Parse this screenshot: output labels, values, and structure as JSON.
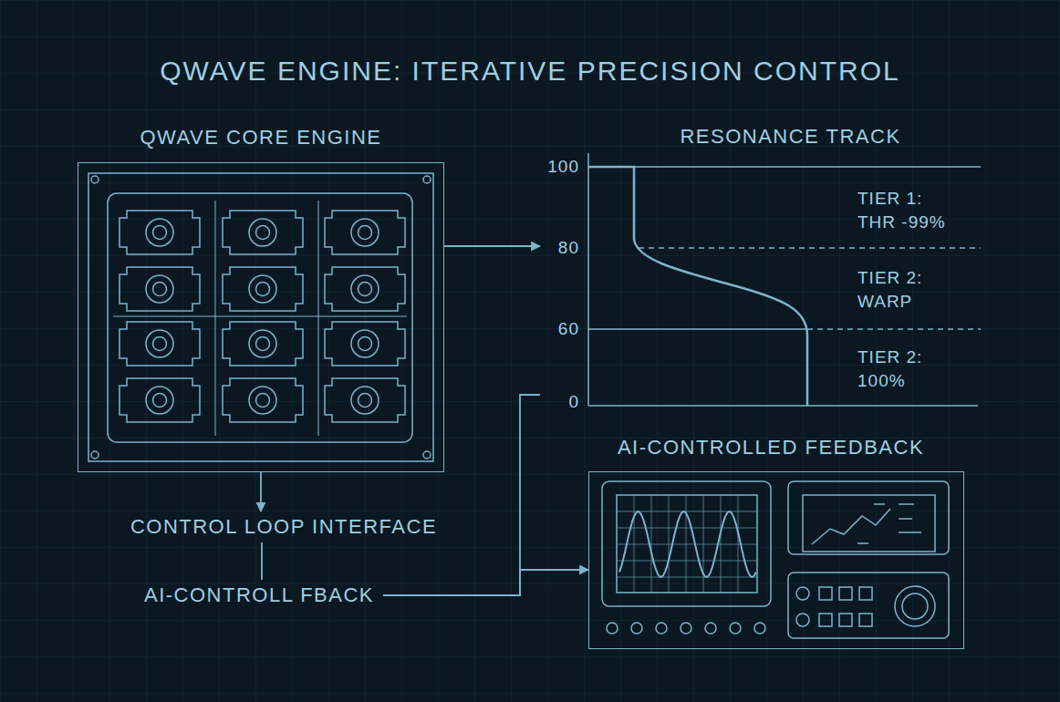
{
  "diagram": {
    "title": "QWAVE ENGINE: ITERATIVE PRECISION CONTROL",
    "nodes": [
      {
        "text": [
          "QWAVE CORE ENGINE"
        ]
      },
      {
        "text": [
          "RESONANCE TRACK"
        ]
      },
      {
        "text": [
          "CONTROL LOOP INTERFACE"
        ]
      },
      {
        "text": [
          "AI-CONTROLL FBACK"
        ]
      },
      {
        "text": [
          "AI-CONTROLLED FEEDBACK"
        ]
      }
    ],
    "edges": [
      {
        "from": 0,
        "to": 1,
        "arrow": "to"
      },
      {
        "from": 0,
        "to": 2,
        "arrow": "to"
      },
      {
        "from": 2,
        "to": 3,
        "arrow": "none"
      },
      {
        "from": 3,
        "to": 1,
        "arrow": "none"
      },
      {
        "from": 3,
        "to": 4,
        "arrow": "to"
      }
    ],
    "labels": [
      "100",
      "80",
      "60",
      "0",
      "TIER 1: THR -99%",
      "TIER 2: WARP",
      "TIER 2: 100%"
    ]
  }
}
